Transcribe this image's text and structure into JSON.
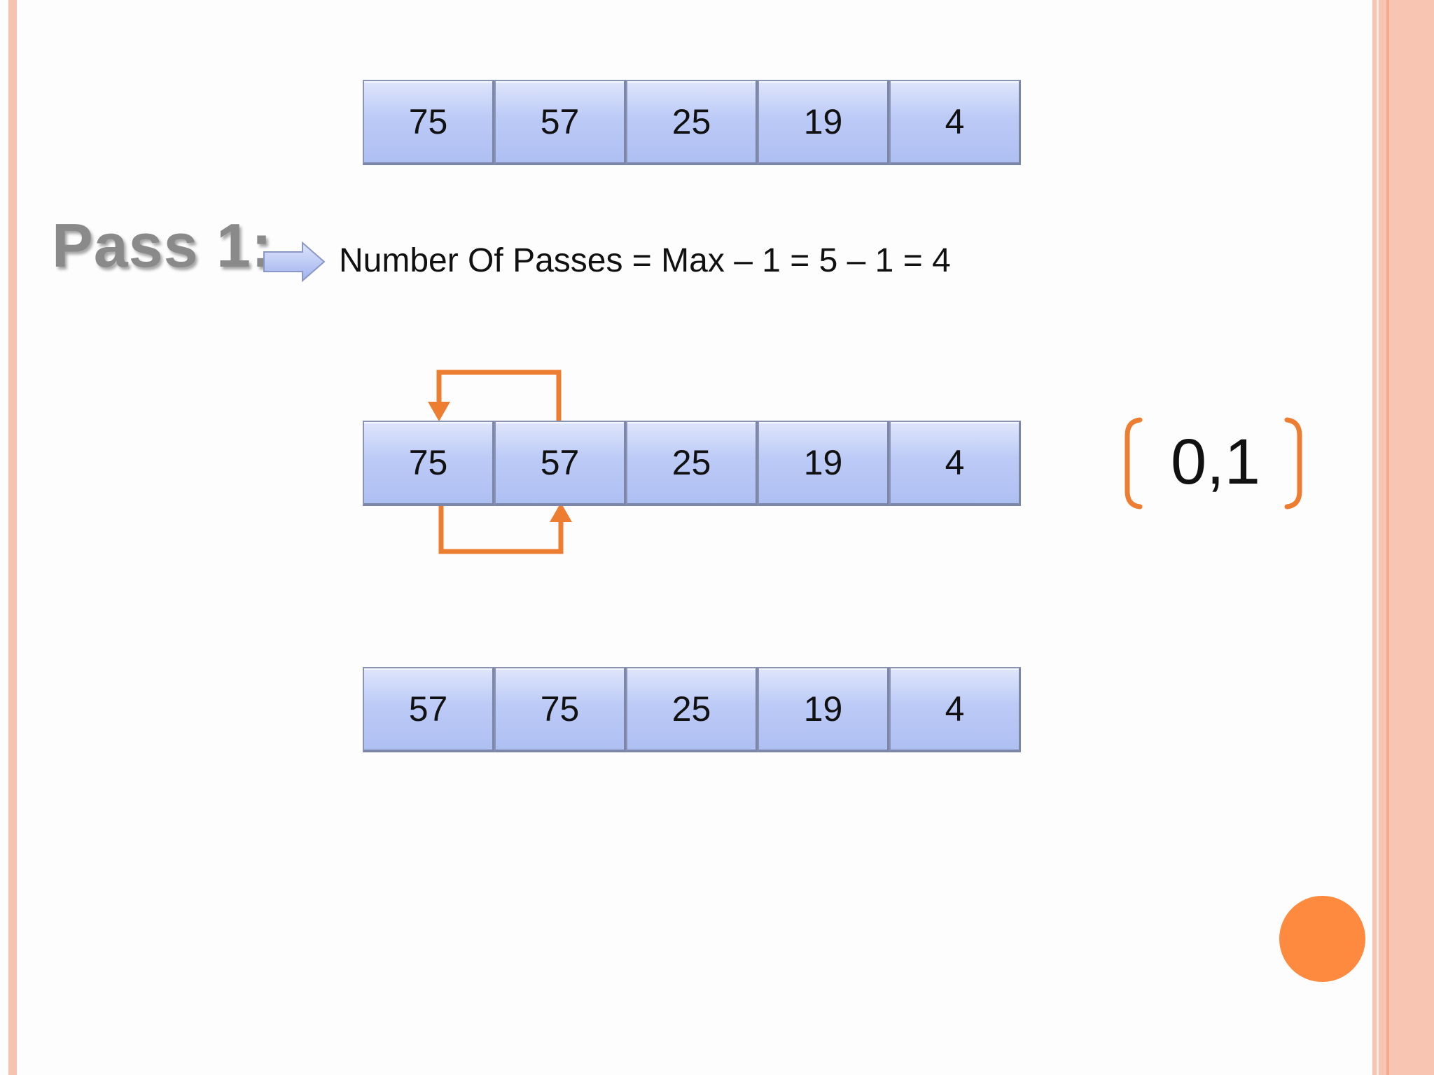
{
  "pass_label": "Pass 1:",
  "formula": "Number Of Passes = Max – 1 = 5 – 1 = 4",
  "rows": {
    "initial": [
      "75",
      "57",
      "25",
      "19",
      "4"
    ],
    "comparing": [
      "75",
      "57",
      "25",
      "19",
      "4"
    ],
    "result": [
      "57",
      "75",
      "25",
      "19",
      "4"
    ]
  },
  "compared_indices": "0,1",
  "colors": {
    "accent": "#ed7d31",
    "cell": "#bccaf6",
    "border": "#f8c5b3",
    "circle": "#fd8a3f"
  },
  "icons": [
    "right-arrow-icon",
    "swap-arrow-icon",
    "bracket-icon"
  ]
}
